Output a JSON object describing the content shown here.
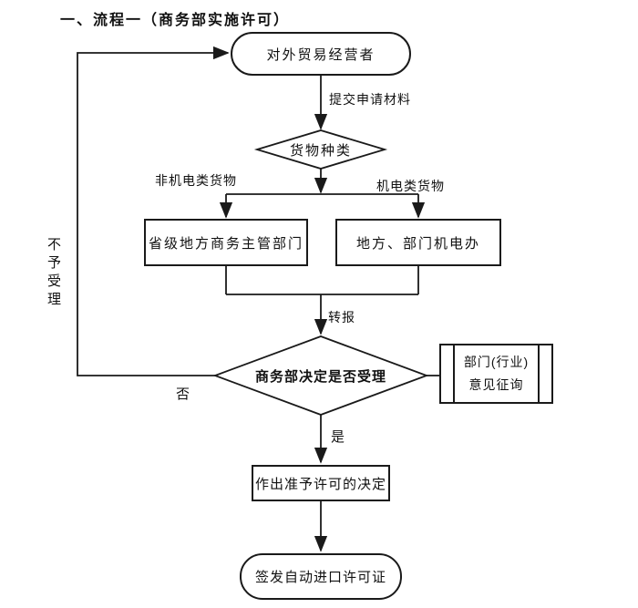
{
  "title": "一、流程一（商务部实施许可）",
  "colors": {
    "line": "#1a1a1a",
    "background": "#ffffff",
    "text": "#111111"
  },
  "nodes": {
    "start": {
      "shape": "terminator",
      "label": "对外贸易经营者"
    },
    "goods_type_decision": {
      "shape": "decision",
      "label": "货物种类"
    },
    "provincial_commerce_dept": {
      "shape": "process",
      "label": "省级地方商务主管部门"
    },
    "local_mech_elec_office": {
      "shape": "process",
      "label": "地方、部门机电办"
    },
    "mofcom_accept_decision": {
      "shape": "decision",
      "label": "商务部决定是否受理"
    },
    "dept_opinion_consult": {
      "shape": "predefined_process",
      "line1": "部门(行业)",
      "line2": "意见征询"
    },
    "grant_license_decision": {
      "shape": "process",
      "label": "作出准予许可的决定"
    },
    "issue_license": {
      "shape": "terminator",
      "label": "签发自动进口许可证"
    }
  },
  "edge_labels": {
    "submit_application": "提交申请材料",
    "non_mech_elec_goods": "非机电类货物",
    "mech_elec_goods": "机电类货物",
    "forward_report": "转报",
    "no": "否",
    "yes": "是",
    "not_accepted": "不予受理"
  }
}
